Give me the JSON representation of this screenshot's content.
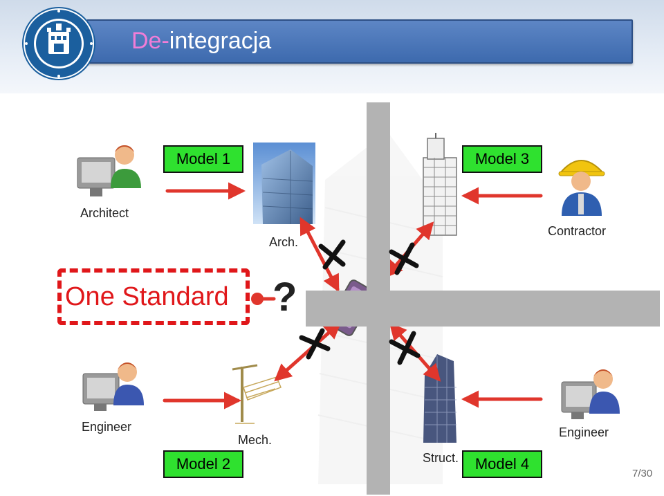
{
  "slide": {
    "title_prefix": "De-",
    "title_rest": "integracja",
    "page_number": "7/30"
  },
  "models": {
    "model1": "Model 1",
    "model2": "Model 2",
    "model3": "Model 3",
    "model4": "Model 4"
  },
  "roles": {
    "architect": "Architect",
    "contractor": "Contractor",
    "engineer_left": "Engineer",
    "engineer_right": "Engineer"
  },
  "building_labels": {
    "arch": "Arch.",
    "mech": "Mech.",
    "struct": "Struct."
  },
  "standard_label": "One Standard",
  "question_mark": "?",
  "colors": {
    "arrow_red": "#e0362c",
    "model_green": "#2fe12f",
    "title_blue": "#4a76b9",
    "title_accent_pink": "#f17dd7",
    "barrier_gray": "#b3b3b3"
  }
}
